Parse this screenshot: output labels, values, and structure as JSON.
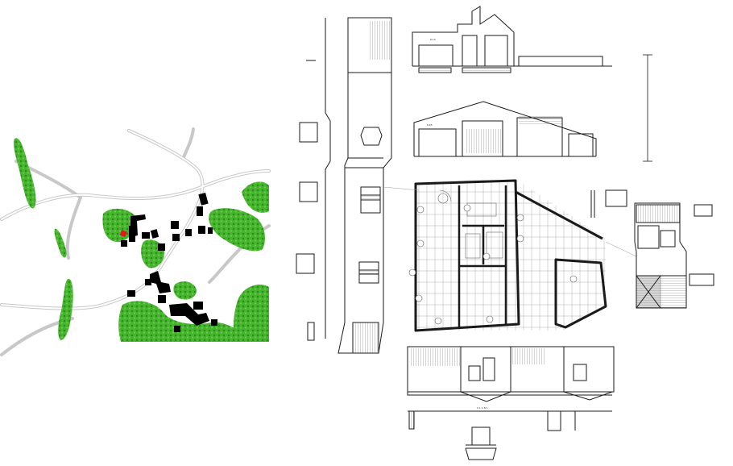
{
  "sheet": {
    "background": "#ffffff",
    "line_color": "#1a1a1a",
    "road_color": "#cfcfcf"
  },
  "site_plan": {
    "vegetation_color": "#3fae2a",
    "vegetation_dark": "#2e8a1f",
    "building_color": "#000000",
    "highlight_color": "#e0191c"
  },
  "elevation": {
    "scale_label": "0 1 2 5m"
  },
  "labels": {
    "room_a": "8.10",
    "room_b": "6.65"
  }
}
